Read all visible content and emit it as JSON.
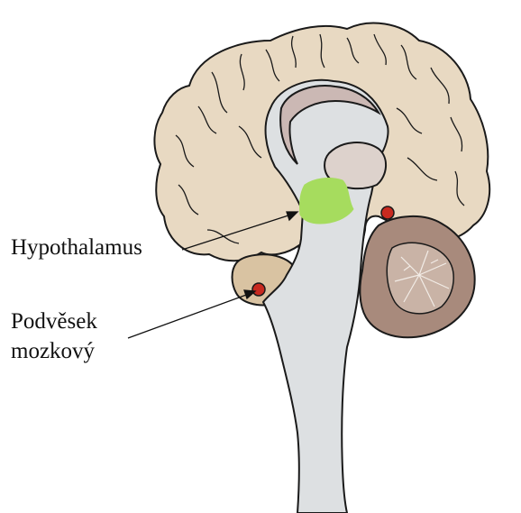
{
  "labels": {
    "hypothalamus": "Hypothalamus",
    "pituitary_line1": "Podvěsek",
    "pituitary_line2": "mozkový"
  },
  "colors": {
    "cortex": "#e8d9c2",
    "cortex_shade": "#d9c3a2",
    "brainstem": "#dde0e2",
    "corpus": "#cbb8b4",
    "thalamus": "#ddd2cc",
    "hypothalamus": "#a6dc5e",
    "cerebellum": "#a88a7c",
    "cerebellum_inner": "#c9b3a6",
    "gland": "#c82a20",
    "outline": "#1a1a1a"
  }
}
